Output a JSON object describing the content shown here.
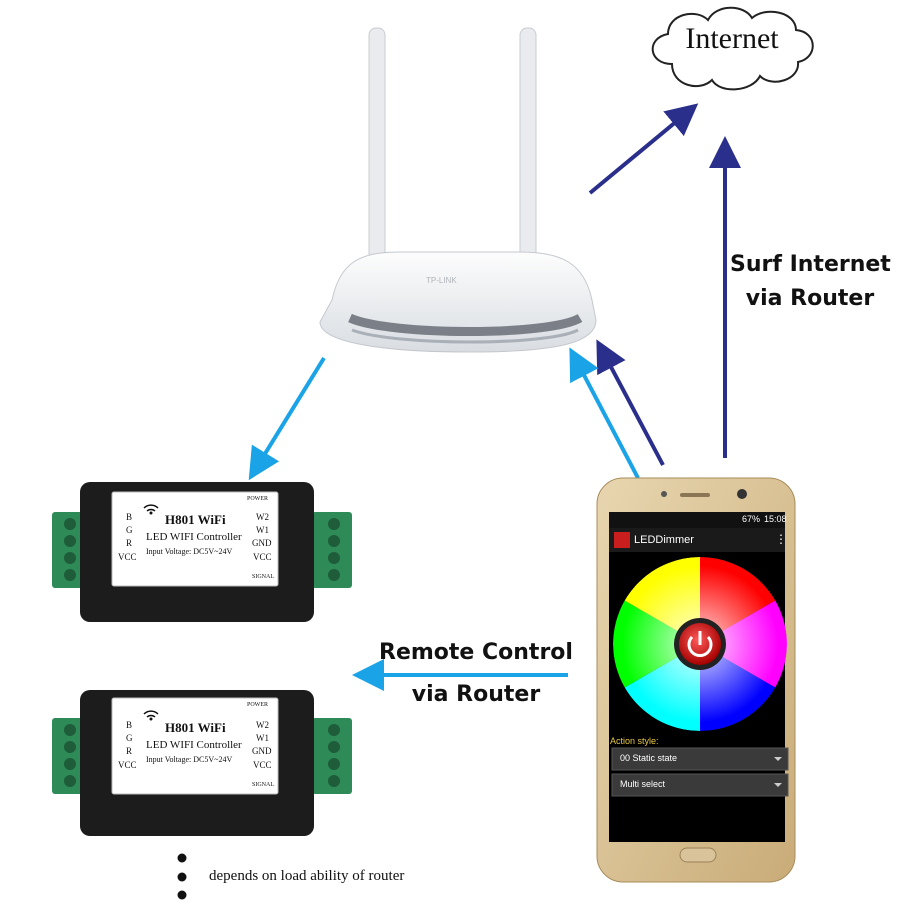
{
  "internet_label": "Internet",
  "surf_label": {
    "line1": "Surf Internet",
    "line2": "via Router"
  },
  "remote_label": {
    "line1": "Remote Control",
    "line2": "via Router"
  },
  "controller": {
    "model": "H801 WiFi",
    "name": "LED WIFI Controller",
    "voltage": "Input Voltage: DC5V~24V",
    "power": "POWER",
    "signal": "SIGNAL",
    "left_pins": [
      "B",
      "G",
      "R",
      "VCC"
    ],
    "right_pins": [
      "W2",
      "W1",
      "GND",
      "VCC"
    ]
  },
  "router_brand": "TP-LINK",
  "phone": {
    "status_battery": "67%",
    "status_time": "15:08",
    "app_title": "LEDDimmer",
    "action_label": "Action style:",
    "dropdown1": "00 Static state",
    "dropdown2": "Multi select"
  },
  "footnote": "depends on load ability of router",
  "colors": {
    "dark_arrow": "#2b2f8c",
    "light_arrow": "#1aa3e6",
    "terminal_green": "#2e8b57"
  }
}
